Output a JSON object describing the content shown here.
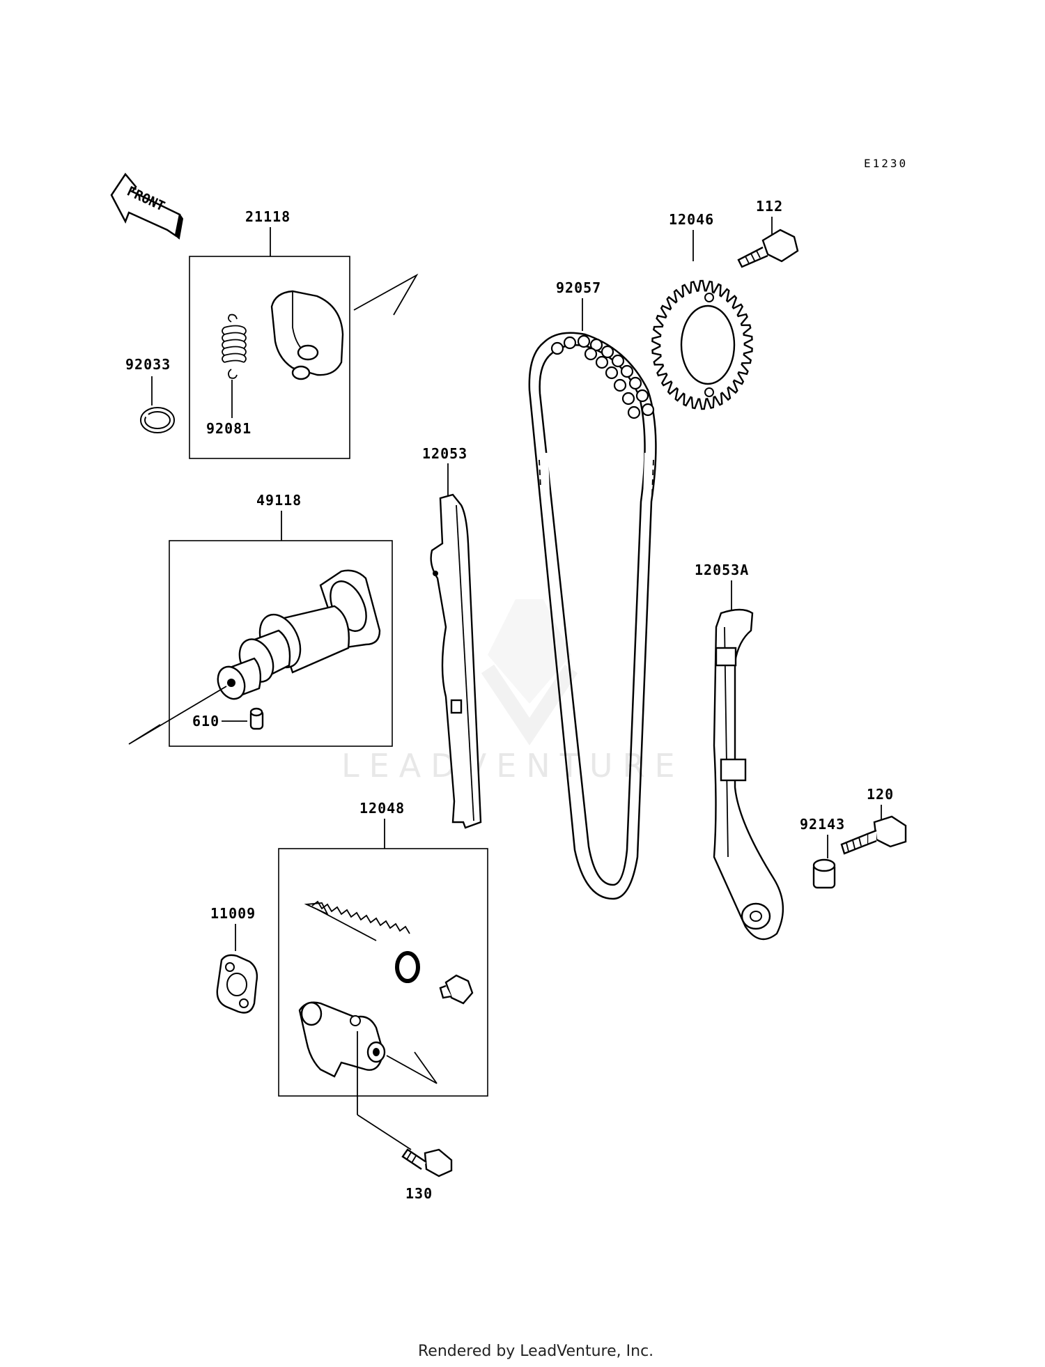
{
  "diagram_code": "E1230",
  "front_label": "FRONT",
  "watermark": "LEADVENTURE",
  "footer": "Rendered by LeadVenture, Inc.",
  "parts": {
    "p21118": "21118",
    "p92033": "92033",
    "p92081": "92081",
    "p49118": "49118",
    "p610": "610",
    "p12053": "12053",
    "p92057": "92057",
    "p12046": "12046",
    "p112": "112",
    "p12053A": "12053A",
    "p92143": "92143",
    "p120": "120",
    "p12048": "12048",
    "p11009": "11009",
    "p130": "130"
  }
}
